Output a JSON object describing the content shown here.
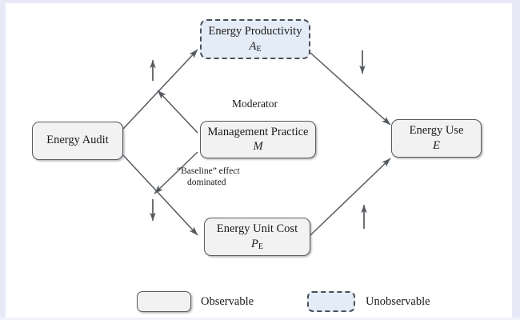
{
  "figure": {
    "type": "conceptual-path-diagram",
    "background_color": "#ffffff",
    "margin_color": "#e8e9f7"
  },
  "nodes": [
    {
      "id": "energy-audit",
      "title": "Energy Audit",
      "symbol": "",
      "symbol_sub": "",
      "style": "observable"
    },
    {
      "id": "energy-productivity",
      "title": "Energy Productivity",
      "symbol": "A",
      "symbol_sub": "E",
      "style": "unobservable"
    },
    {
      "id": "management-practice",
      "title": "Management Practice",
      "symbol": "M",
      "symbol_sub": "",
      "style": "observable"
    },
    {
      "id": "energy-unit-cost",
      "title": "Energy Unit Cost",
      "symbol": "P",
      "symbol_sub": "E",
      "style": "observable"
    },
    {
      "id": "energy-use",
      "title": "Energy Use",
      "symbol": "E",
      "symbol_sub": "",
      "style": "observable"
    }
  ],
  "annotations": {
    "moderator_label": "Moderator",
    "baseline_effect_line1": "“Baseline” effect",
    "baseline_effect_line2": "dominated",
    "sign_upper_left": "↑",
    "sign_lower_left": "↓",
    "sign_upper_right": "↓",
    "sign_lower_right": "↑"
  },
  "legend": {
    "items": [
      {
        "label": "Observable",
        "style": "observable"
      },
      {
        "label": "Unobservable",
        "style": "unobservable"
      }
    ]
  },
  "edges": [
    {
      "from": "energy-audit",
      "to": "energy-productivity",
      "sign": "↑"
    },
    {
      "from": "energy-audit",
      "to": "energy-unit-cost",
      "sign": "↓"
    },
    {
      "from": "energy-productivity",
      "to": "energy-use",
      "sign": "↓"
    },
    {
      "from": "energy-unit-cost",
      "to": "energy-use",
      "sign": "↑"
    },
    {
      "from": "management-practice",
      "to": "energy-audit-to-productivity-path",
      "sign": ""
    },
    {
      "from": "management-practice",
      "to": "energy-audit-to-unit-cost-path",
      "sign": ""
    }
  ]
}
